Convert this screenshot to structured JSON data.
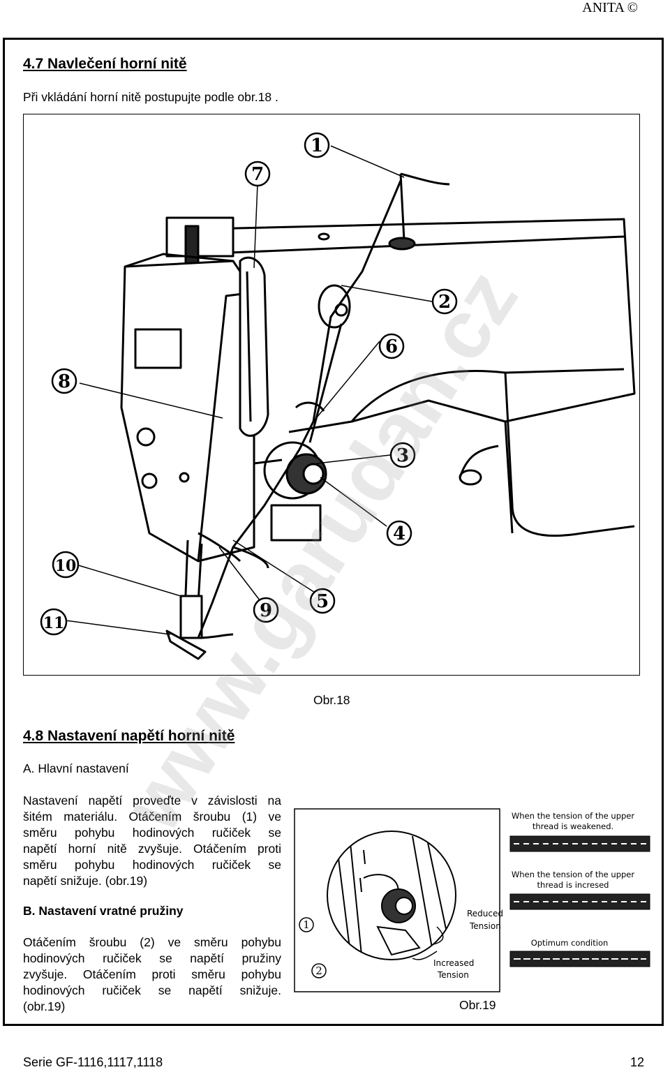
{
  "header": {
    "brand": "ANITA ©"
  },
  "section_4_7": {
    "heading": "4.7 Navlečení horní nitě",
    "intro": "Při vkládání horní nitě postupujte podle obr.18 .",
    "figure_caption": "Obr.18",
    "callouts": [
      "1",
      "2",
      "3",
      "4",
      "5",
      "6",
      "7",
      "8",
      "9",
      "10",
      "11"
    ]
  },
  "section_4_8": {
    "heading": "4.8 Nastavení napětí horní nitě",
    "sub_a": "A. Hlavní nastavení",
    "para_a_lines": [
      "Nastavení napětí proveďte v závislosti na",
      "šitém materiálu. Otáčením šroubu (1) ve",
      "směru pohybu hodinových ručiček se",
      "napětí horní nitě zvyšuje. Otáčením proti",
      "směru pohybu hodinových ručiček se",
      "napětí snižuje. (obr.19)"
    ],
    "sub_b": "B. Nastavení vratné pružiny",
    "para_b_lines": [
      "Otáčením šroubu (2) ve směru pohybu",
      "hodinových ručiček se napětí pružiny",
      "zvyšuje. Otáčením proti směru pohybu",
      "hodinových ručiček se napětí snižuje.",
      "(obr.19)"
    ]
  },
  "figure_19": {
    "caption": "Obr.19",
    "reduced_label": [
      "Reduced",
      "Tension"
    ],
    "increased_label": [
      "Increased",
      "Tension"
    ],
    "weak_label": [
      "When the tension of the upper",
      "thread is weakened."
    ],
    "incr_label": [
      "When the tension of the upper",
      "thread is incresed"
    ],
    "optimum_label": "Optimum condition",
    "callout_1": "1",
    "callout_2": "2"
  },
  "watermark": "www.garudan.cz",
  "footer": {
    "series": "Serie GF-1116,1117,1118",
    "page": "12"
  }
}
